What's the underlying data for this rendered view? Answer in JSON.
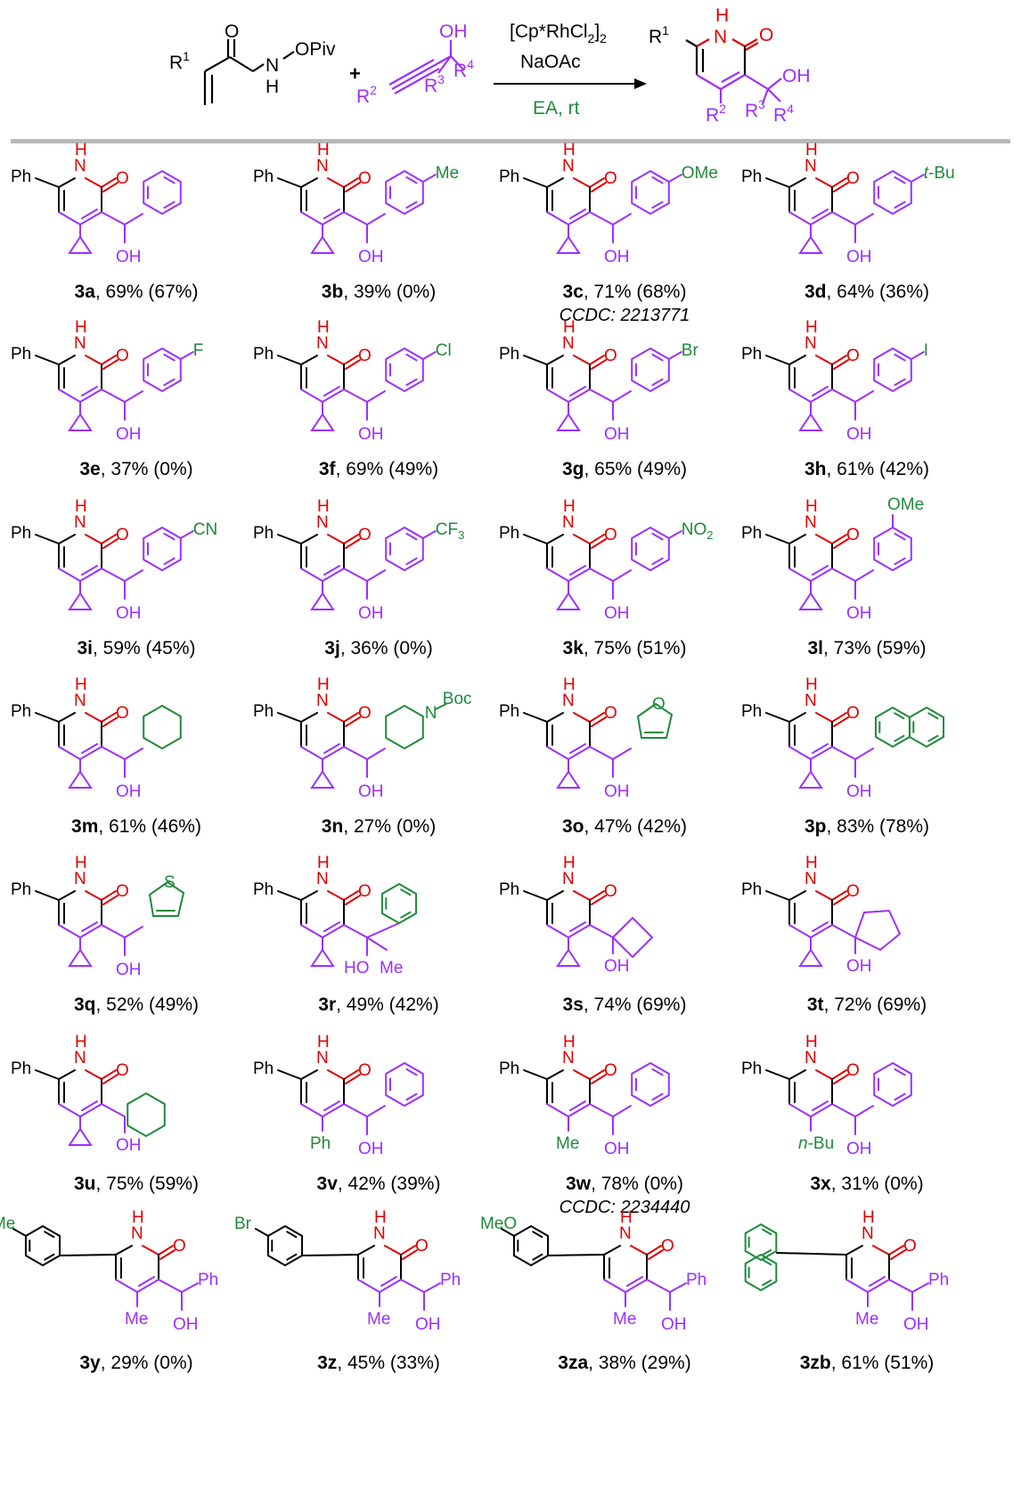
{
  "colors": {
    "black": "#000000",
    "red": "#e00000",
    "purple": "#9b30ff",
    "green": "#1f8a3b",
    "divider": "#b8b8b8"
  },
  "scheme": {
    "sm1_r": "R",
    "sm1_r_sup": "1",
    "sm1_o": "O",
    "sm1_n": "N",
    "sm1_h": "H",
    "sm1_opiv": "OPiv",
    "plus": "+",
    "sm2_oh": "OH",
    "sm2_r2": "R",
    "sm2_r2_sup": "2",
    "sm2_r3": "R",
    "sm2_r3_sup": "3",
    "sm2_r4": "R",
    "sm2_r4_sup": "4",
    "catalyst": "[Cp*RhCl",
    "catalyst_sub1": "2",
    "catalyst_end": "]",
    "catalyst_sub2": "2",
    "base": "NaOAc",
    "conditions": "EA, rt",
    "prod_r1": "R",
    "prod_r1_sup": "1",
    "prod_h": "H",
    "prod_n": "N",
    "prod_o": "O",
    "prod_oh": "OH",
    "prod_r2": "R",
    "prod_r2_sup": "2",
    "prod_r3": "R",
    "prod_r3_sup": "3",
    "prod_r4": "R",
    "prod_r4_sup": "4"
  },
  "core_labels": {
    "ph": "Ph",
    "h": "H",
    "n": "N",
    "o": "O",
    "oh": "OH"
  },
  "compounds": [
    {
      "id": "3a",
      "yield": ", 69% (67%)",
      "sub": "benzo",
      "label": ""
    },
    {
      "id": "3b",
      "yield": ", 39% (0%)",
      "sub": "benzo",
      "label": "Me"
    },
    {
      "id": "3c",
      "yield": ", 71% (68%)",
      "sub": "benzo",
      "label": "OMe",
      "ccdc": "CCDC: 2213771"
    },
    {
      "id": "3d",
      "yield": ", 64% (36%)",
      "sub": "benzo",
      "label": "t-Bu"
    },
    {
      "id": "3e",
      "yield": ", 37% (0%)",
      "sub": "benzo",
      "label": "F"
    },
    {
      "id": "3f",
      "yield": ", 69% (49%)",
      "sub": "benzo",
      "label": "Cl"
    },
    {
      "id": "3g",
      "yield": ", 65% (49%)",
      "sub": "benzo",
      "label": "Br"
    },
    {
      "id": "3h",
      "yield": ", 61% (42%)",
      "sub": "benzo",
      "label": "I"
    },
    {
      "id": "3i",
      "yield": ", 59% (45%)",
      "sub": "benzo",
      "label": "CN"
    },
    {
      "id": "3j",
      "yield": ", 36% (0%)",
      "sub": "benzo",
      "label": "CF3"
    },
    {
      "id": "3k",
      "yield": ", 75% (51%)",
      "sub": "benzo",
      "label": "NO2"
    },
    {
      "id": "3l",
      "yield": ", 73% (59%)",
      "sub": "benzo",
      "label": "OMe",
      "meta": true
    },
    {
      "id": "3m",
      "yield": ", 61% (46%)",
      "sub": "cyhex",
      "label": ""
    },
    {
      "id": "3n",
      "yield": ", 27% (0%)",
      "sub": "pip",
      "label": "Boc"
    },
    {
      "id": "3o",
      "yield": ", 47% (42%)",
      "sub": "furan",
      "label": "O"
    },
    {
      "id": "3p",
      "yield": ", 83% (78%)",
      "sub": "naph",
      "label": ""
    },
    {
      "id": "3q",
      "yield": ", 52% (49%)",
      "sub": "thio",
      "label": "S"
    },
    {
      "id": "3r",
      "yield": ", 49% (42%)",
      "sub": "tert",
      "label": "Me"
    },
    {
      "id": "3s",
      "yield": ", 74% (69%)",
      "sub": "cbut",
      "label": ""
    },
    {
      "id": "3t",
      "yield": ", 72% (69%)",
      "sub": "cpent",
      "label": ""
    },
    {
      "id": "3u",
      "yield": ", 75% (59%)",
      "sub": "chex",
      "label": ""
    },
    {
      "id": "3v",
      "yield": ", 42% (39%)",
      "sub": "benzo",
      "label": "",
      "r2": "Ph"
    },
    {
      "id": "3w",
      "yield": ", 78% (0%)",
      "sub": "benzo",
      "label": "",
      "r2": "Me",
      "ccdc": "CCDC: 2234440"
    },
    {
      "id": "3x",
      "yield": ", 31% (0%)",
      "sub": "benzo",
      "label": "",
      "r2": "n-Bu"
    },
    {
      "id": "3y",
      "yield": ", 29% (0%)",
      "ar": "tol",
      "arlabel": "Me"
    },
    {
      "id": "3z",
      "yield": ", 45% (33%)",
      "ar": "tol",
      "arlabel": "Br"
    },
    {
      "id": "3za",
      "yield": ", 38% (29%)",
      "ar": "tol",
      "arlabel": "MeO"
    },
    {
      "id": "3zb",
      "yield": ", 61% (51%)",
      "ar": "naph",
      "arlabel": ""
    }
  ],
  "last_row": {
    "me": "Me",
    "oh": "OH",
    "ph": "Ph"
  }
}
